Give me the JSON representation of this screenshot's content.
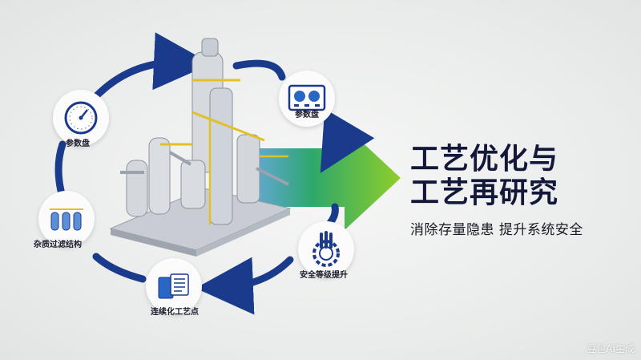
{
  "title_line1": "工艺优化与",
  "title_line2": "工艺再研究",
  "subtitle": "消除存量隐患 提升系统安全",
  "nodes": {
    "gauge": "参数盘",
    "panel": "参数盘",
    "filter": "杂质过滤结构",
    "safety": "安全等级提升",
    "process": "连续化工艺点"
  },
  "watermark": "豆包AI生成",
  "colors": {
    "cycle_arrow": "#1a3a8c",
    "big_arrow_start": "#1e7fd0",
    "big_arrow_end": "#8fce2a",
    "title": "#13183a"
  }
}
